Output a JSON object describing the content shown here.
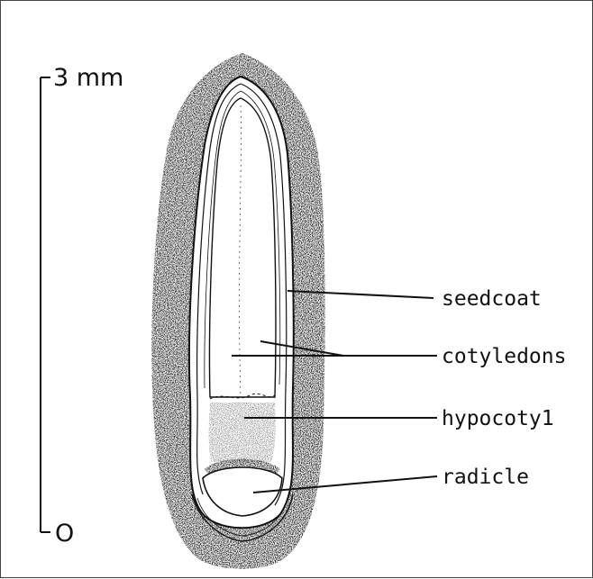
{
  "scale": {
    "top_label": "3 mm",
    "bottom_label": "O"
  },
  "labels": {
    "seedcoat": "seedcoat",
    "cotyledons": "cotyledons",
    "hypocotyl": "hypocoty1",
    "radicle": "radicle"
  },
  "colors": {
    "ink": "#111111",
    "stipple": "#2a2a2a",
    "background": "#ffffff"
  }
}
